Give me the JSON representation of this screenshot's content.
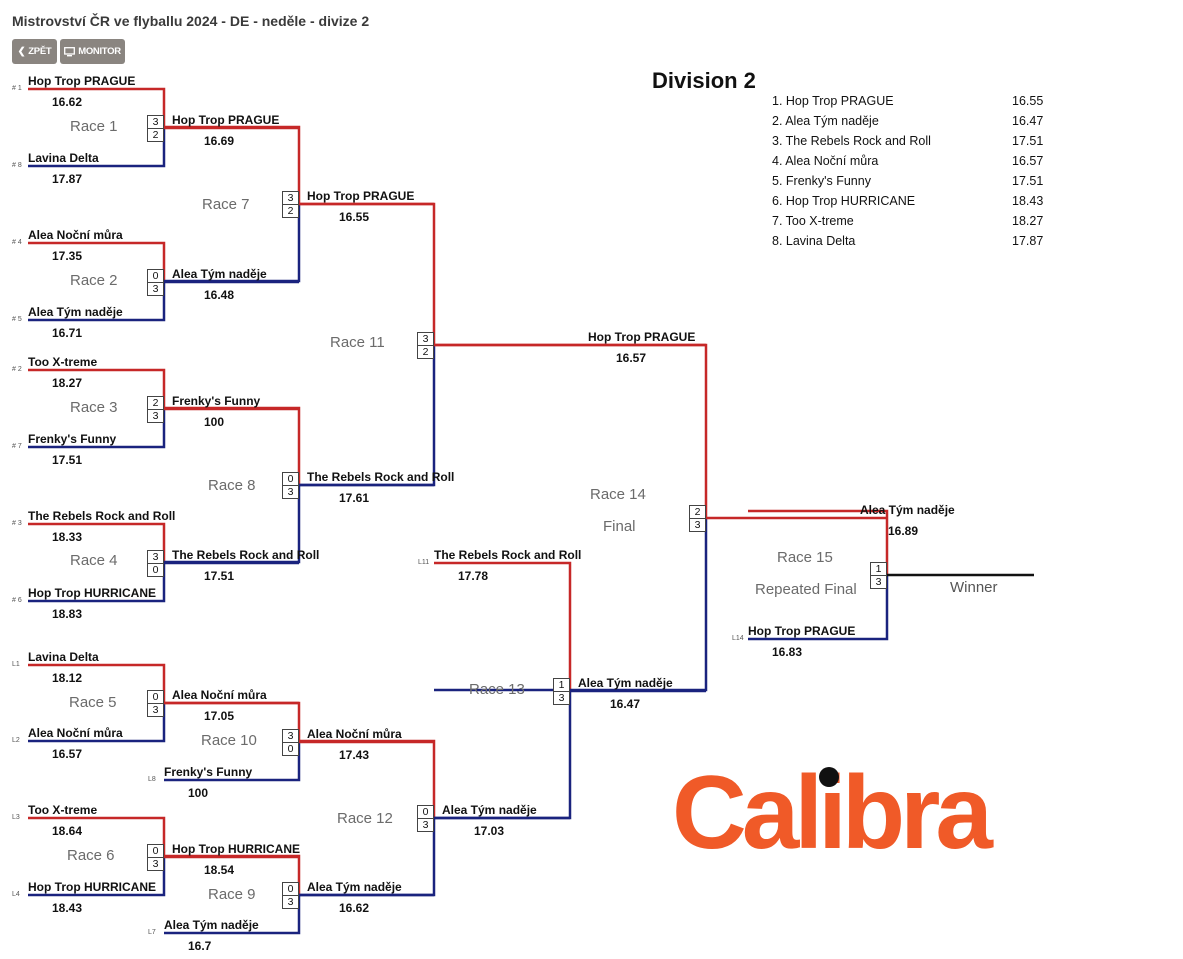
{
  "page_title": "Mistrovství ČR ve flyballu 2024 - DE - neděle - divize 2",
  "toolbar": {
    "back_label": "ZPĚT",
    "monitor_label": "MONITOR",
    "back_icon": "chevron-left-icon",
    "monitor_icon": "monitor-icon"
  },
  "colors": {
    "top_line": "#c62828",
    "bottom_line": "#1a237e",
    "button_bg": "#8a8580",
    "logo": "#f05a28"
  },
  "division": {
    "title": "Division 2",
    "standings": [
      {
        "label": "1. Hop Trop PRAGUE",
        "time": "16.55"
      },
      {
        "label": "2. Alea Tým naděje",
        "time": "16.47"
      },
      {
        "label": "3. The Rebels Rock and Roll",
        "time": "17.51"
      },
      {
        "label": "4. Alea Noční můra",
        "time": "16.57"
      },
      {
        "label": "5. Frenky's Funny",
        "time": "17.51"
      },
      {
        "label": "6. Hop Trop HURRICANE",
        "time": "18.43"
      },
      {
        "label": "7. Too X-treme",
        "time": "18.27"
      },
      {
        "label": "8. Lavina Delta",
        "time": "17.87"
      }
    ]
  },
  "races": [
    {
      "label": "Race 1",
      "top": {
        "seed": "# 1",
        "team": "Hop Trop PRAGUE",
        "time": "16.62"
      },
      "bottom": {
        "seed": "# 8",
        "team": "Lavina Delta",
        "time": "17.87"
      },
      "score": [
        "3",
        "2"
      ],
      "out": {
        "team": "Hop Trop PRAGUE",
        "time": "16.69"
      }
    },
    {
      "label": "Race 2",
      "top": {
        "seed": "# 4",
        "team": "Alea Noční můra",
        "time": "17.35"
      },
      "bottom": {
        "seed": "# 5",
        "team": "Alea Tým naděje",
        "time": "16.71"
      },
      "score": [
        "0",
        "3"
      ],
      "out": {
        "team": "Alea Tým naděje",
        "time": "16.48"
      }
    },
    {
      "label": "Race 3",
      "top": {
        "seed": "# 2",
        "team": "Too X-treme",
        "time": "18.27"
      },
      "bottom": {
        "seed": "# 7",
        "team": "Frenky's Funny",
        "time": "17.51"
      },
      "score": [
        "2",
        "3"
      ],
      "out": {
        "team": "Frenky's Funny",
        "time": "100"
      }
    },
    {
      "label": "Race 4",
      "top": {
        "seed": "# 3",
        "team": "The Rebels Rock and Roll",
        "time": "18.33"
      },
      "bottom": {
        "seed": "# 6",
        "team": "Hop Trop HURRICANE",
        "time": "18.83"
      },
      "score": [
        "3",
        "0"
      ],
      "out": {
        "team": "The Rebels Rock and Roll",
        "time": "17.51"
      }
    },
    {
      "label": "Race 5",
      "top": {
        "seed": "L1",
        "team": "Lavina Delta",
        "time": "18.12"
      },
      "bottom": {
        "seed": "L2",
        "team": "Alea Noční můra",
        "time": "16.57"
      },
      "score": [
        "0",
        "3"
      ],
      "out": {
        "team": "Alea Noční můra",
        "time": "17.05"
      }
    },
    {
      "label": "Race 6",
      "top": {
        "seed": "L3",
        "team": "Too X-treme",
        "time": "18.64"
      },
      "bottom": {
        "seed": "L4",
        "team": "Hop Trop HURRICANE",
        "time": "18.43"
      },
      "score": [
        "0",
        "3"
      ],
      "out": {
        "team": "Hop Trop HURRICANE",
        "time": "18.54"
      }
    },
    {
      "label": "Race 7",
      "score": [
        "3",
        "2"
      ],
      "out": {
        "team": "Hop Trop PRAGUE",
        "time": "16.55"
      }
    },
    {
      "label": "Race 8",
      "score": [
        "0",
        "3"
      ],
      "out": {
        "team": "The Rebels Rock and Roll",
        "time": "17.61"
      }
    },
    {
      "label": "Race 9",
      "bottom": {
        "seed": "L7",
        "team": "Alea Tým naděje",
        "time": "16.7"
      },
      "score": [
        "0",
        "3"
      ],
      "out": {
        "team": "Alea Tým naděje",
        "time": "16.62"
      }
    },
    {
      "label": "Race 10",
      "bottom": {
        "seed": "L8",
        "team": "Frenky's Funny",
        "time": "100"
      },
      "score": [
        "3",
        "0"
      ],
      "out": {
        "team": "Alea Noční můra",
        "time": "17.43"
      }
    },
    {
      "label": "Race 11",
      "score": [
        "3",
        "2"
      ],
      "out": {
        "team": "Hop Trop PRAGUE",
        "time": "16.57"
      }
    },
    {
      "label": "Race 12",
      "score": [
        "0",
        "3"
      ],
      "out": {
        "team": "Alea Tým naděje",
        "time": "17.03"
      }
    },
    {
      "label": "Race 13",
      "top": {
        "seed": "L11",
        "team": "The Rebels Rock and Roll",
        "time": "17.78"
      },
      "score": [
        "1",
        "3"
      ],
      "out": {
        "team": "Alea Tým naděje",
        "time": "16.47"
      }
    },
    {
      "label": "Race 14",
      "sublabel": "Final",
      "score": [
        "2",
        "3"
      ],
      "out": {
        "team": "Alea Tým naděje",
        "time": "16.89"
      }
    },
    {
      "label": "Race 15",
      "sublabel": "Repeated Final",
      "bottom": {
        "seed": "L14",
        "team": "Hop Trop PRAGUE",
        "time": "16.83"
      },
      "score": [
        "1",
        "3"
      ]
    }
  ],
  "winner_label": "Winner",
  "sponsor": {
    "logo_text": "Calibra"
  }
}
